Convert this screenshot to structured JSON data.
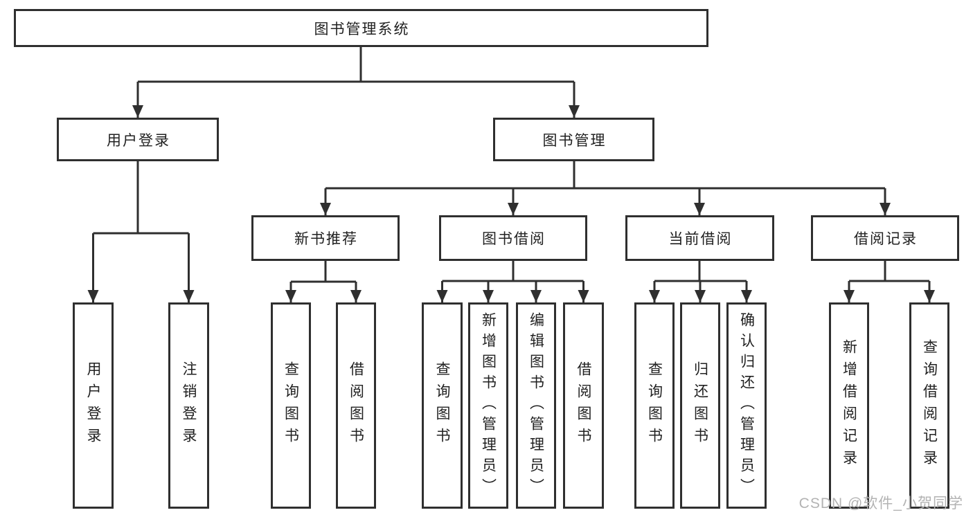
{
  "diagram": {
    "label": "图书管理系统",
    "children": [
      {
        "label": "用户登录",
        "children": [
          {
            "label": "用户登录"
          },
          {
            "label": "注销登录"
          }
        ]
      },
      {
        "label": "图书管理",
        "children": [
          {
            "label": "新书推荐",
            "children": [
              {
                "label": "查询图书"
              },
              {
                "label": "借阅图书"
              }
            ]
          },
          {
            "label": "图书借阅",
            "children": [
              {
                "label": "查询图书"
              },
              {
                "label": "新增图书（管理员）"
              },
              {
                "label": "编辑图书（管理员）"
              },
              {
                "label": "借阅图书"
              }
            ]
          },
          {
            "label": "当前借阅",
            "children": [
              {
                "label": "查询图书"
              },
              {
                "label": "归还图书"
              },
              {
                "label": "确认归还（管理员）"
              }
            ]
          },
          {
            "label": "借阅记录",
            "children": [
              {
                "label": "新增借阅记录"
              },
              {
                "label": "查询借阅记录"
              }
            ]
          }
        ]
      }
    ]
  },
  "watermark": {
    "text": "CSDN @软件_小贺同学"
  },
  "colors": {
    "line": "#2f2f2f",
    "text": "#212121",
    "watermark": "#b3b3b3",
    "background": "#ffffff"
  }
}
